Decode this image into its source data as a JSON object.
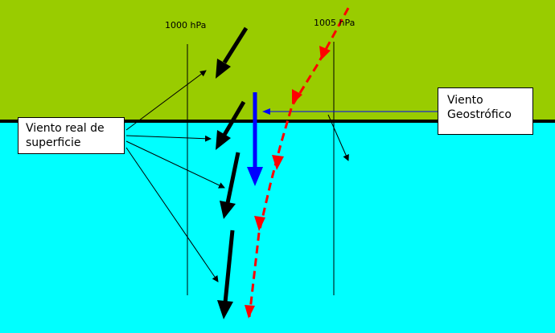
{
  "isobars": [
    {
      "label": "1000 hPa"
    },
    {
      "label": "1005 hPa"
    }
  ],
  "labels": {
    "real_wind_line1": "Viento real de",
    "real_wind_line2": "superficie",
    "geo_wind_line1": "Viento",
    "geo_wind_line2": "Geostrófico"
  },
  "colors": {
    "land": "#99cc00",
    "water": "#00ffff",
    "real_wind": "#000000",
    "geostrophic_wind": "#0000ff",
    "red_track": "#ff0000"
  }
}
